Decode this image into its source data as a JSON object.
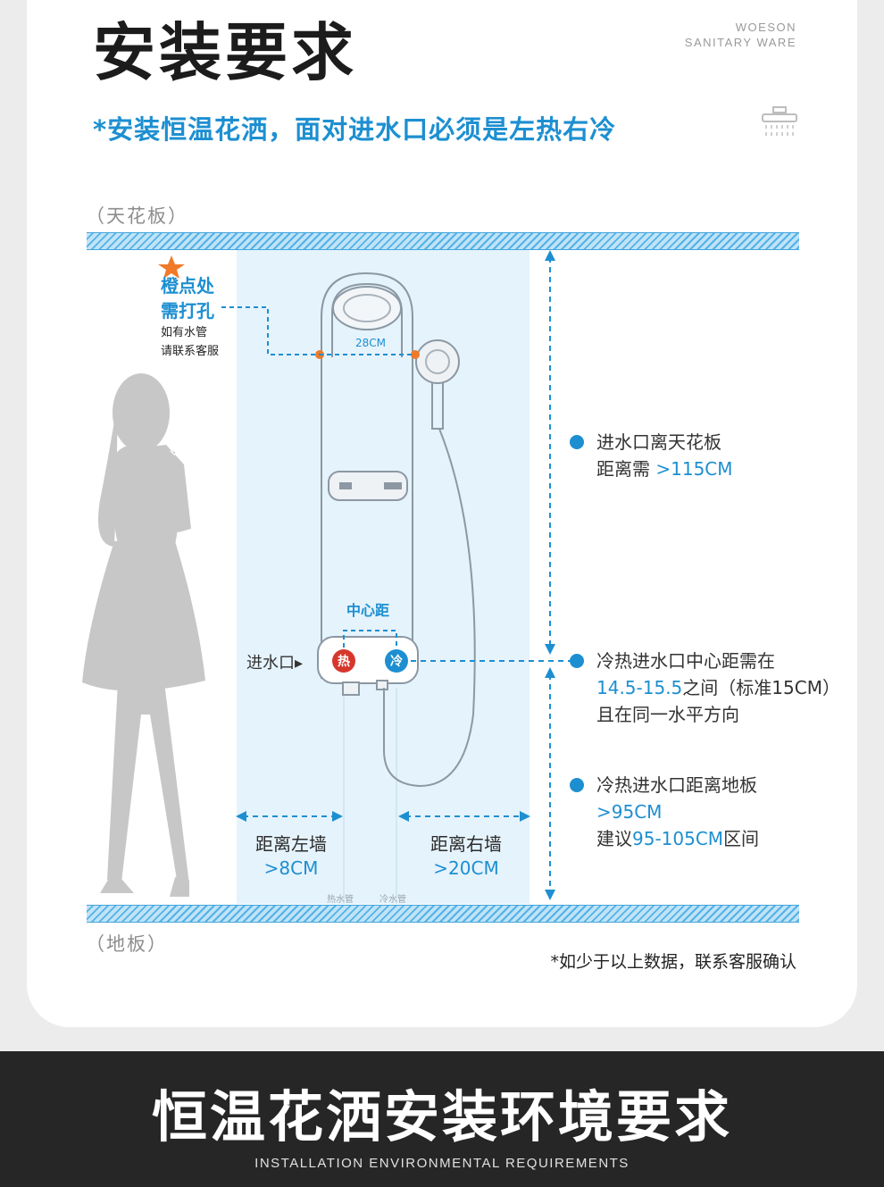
{
  "header": {
    "title": "安装要求",
    "brand_line1": "WOESON",
    "brand_line2": "SANITARY WARE",
    "subtitle": "*安装恒温花洒，面对进水口必须是左热右冷"
  },
  "diagram": {
    "ceiling_label": "（天花板）",
    "floor_label": "（地板）",
    "hole_note_line1": "橙点处",
    "hole_note_line2": "需打孔",
    "hole_note_line3": "如有水管",
    "hole_note_line4": "请联系客服",
    "width_28": "28CM",
    "center_distance_label": "中心距",
    "inlet_label": "进水口▸",
    "hot_symbol": "热",
    "cold_symbol": "冷",
    "hot_pipe_label": "热水管",
    "cold_pipe_label": "冷水管",
    "left_wall_line1": "距离左墙",
    "left_wall_line2": ">8CM",
    "right_wall_line1": "距离右墙",
    "right_wall_line2": ">20CM",
    "accent_color": "#1d8fd1",
    "star_color": "#f07a2a"
  },
  "info": {
    "ceiling_line1": "进水口离天花板",
    "ceiling_line2_prefix": "距离需 ",
    "ceiling_line2_value": ">115CM",
    "center_line1": "冷热进水口中心距需在",
    "center_line2_value": "14.5-15.5",
    "center_line2_suffix": "之间（标准15CM）",
    "center_line3": "且在同一水平方向",
    "floor_line1": "冷热进水口距离地板",
    "floor_line2_value": ">95CM",
    "floor_line3_prefix": "建议",
    "floor_line3_value": "95-105CM",
    "floor_line3_suffix": "区间"
  },
  "footnote": "*如少于以上数据，联系客服确认",
  "banner": {
    "title": "恒温花洒安装环境要求",
    "subtitle": "INSTALLATION ENVIRONMENTAL REQUIREMENTS"
  }
}
